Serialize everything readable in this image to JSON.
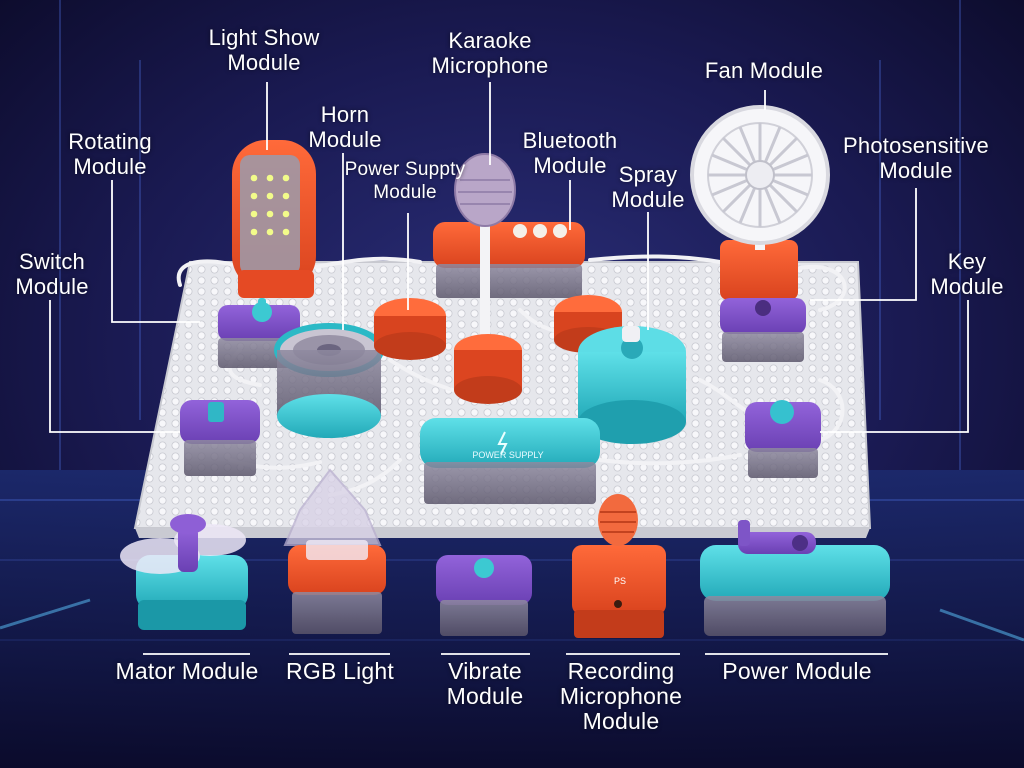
{
  "labels": {
    "light_show": "Light Show\nModule",
    "karaoke": "Karaoke\nMicrophone",
    "fan": "Fan Module",
    "horn": "Horn\nModule",
    "rotating": "Rotating\nModule",
    "bluetooth": "Bluetooth\nModule",
    "photosensitive": "Photosensitive\nModule",
    "power_supply_module": "Power Suppty\nModule",
    "spray": "Spray\nModule",
    "switch": "Switch\nModule",
    "key": "Key\nModule",
    "mator": "Mator Module",
    "rgb": "RGB Light",
    "vibrate": "Vibrate\nModule",
    "recording": "Recording\nMicrophone\nModule",
    "power": "Power Module"
  },
  "product_text": {
    "power_supply_box": "POWER SUPPLY",
    "recording_tag": "PS"
  },
  "colors": {
    "background": "#14133a",
    "baseplate": "#e9eaee",
    "orange": "#e8532d",
    "purple": "#7a4fc4",
    "teal": "#2fc2cf",
    "leader_line": "#ffffff"
  }
}
